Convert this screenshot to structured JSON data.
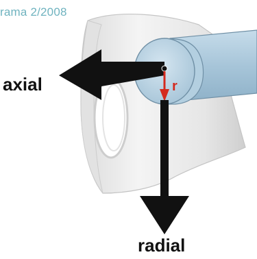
{
  "source_text": "rama 2/2008",
  "labels": {
    "axial": "axial",
    "radial": "radial",
    "radius_symbol": "r"
  },
  "colors": {
    "source_text": "#6fb3bf",
    "radius": "#d42a1e",
    "arrows": "#111111",
    "shaft": "#a8c7dc",
    "housing": "#eeeeee"
  }
}
